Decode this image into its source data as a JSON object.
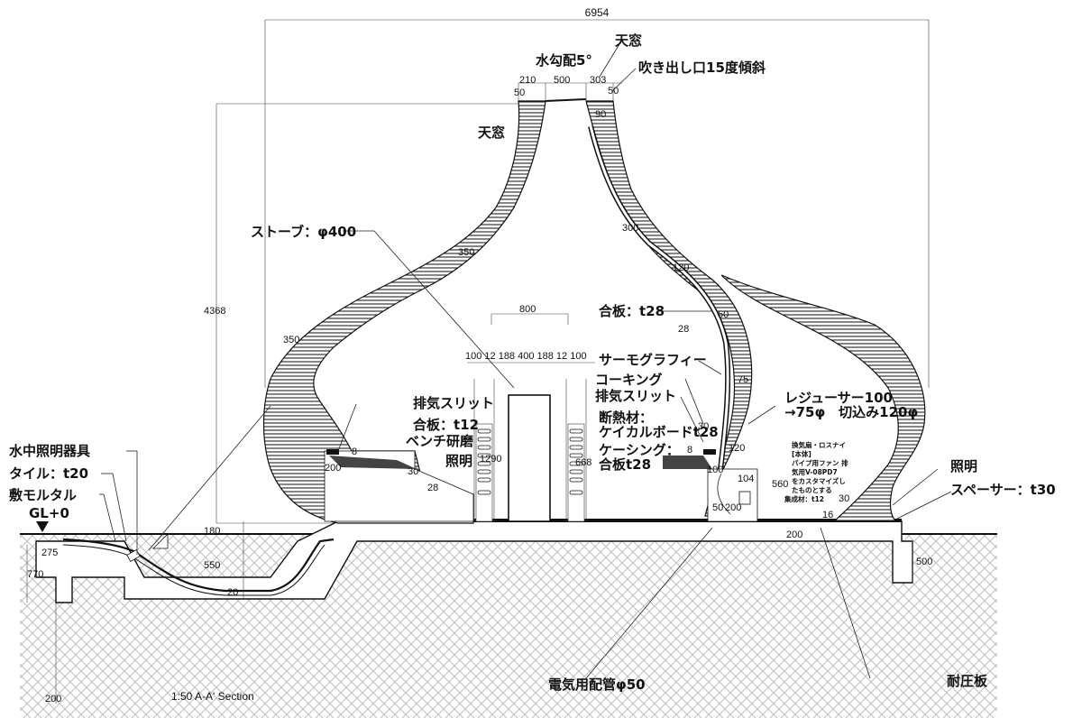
{
  "labels": {
    "top_width": "6954",
    "skylight_top": "天窓",
    "water_slope": "水勾配5°",
    "outlet": "吹き出し口15度傾斜",
    "skylight_left": "天窓",
    "stove": "ストーブ：φ400",
    "plywood_t28": "合板：t28",
    "thermography": "サーモグラフィー",
    "caulking": "コーキング",
    "exhaust_slit_right": "排気スリット",
    "reducer": "レジューサー100\n→75φ　切込み120φ",
    "exhaust_slit_left": "排気スリット",
    "plywood_t12": "合板：t12",
    "bench_polish": "ベンチ研磨",
    "lighting_left": "照明",
    "insulation": "断熱材：",
    "calcium_board": "ケイカルボードt28",
    "casing": "ケーシング：",
    "casing_plywood": "合板t28",
    "fan_note": "換気扇・ロスナイ\n[本体]\nパイプ用ファン 排\n気用V-08PD7\nをカスタマイズし\nたものとする",
    "laminated": "集成材：t12",
    "lighting_right": "照明",
    "spacer": "スペーサー：t30",
    "underwater_light": "水中照明器具",
    "tile": "タイル：t20",
    "mortar": "敷モルタル",
    "gl": "GL+0",
    "conduit": "電気用配管φ50",
    "pressure_plate": "耐圧板",
    "section_title": "1:50 A-A' Section"
  },
  "dimensions": {
    "d210": "210",
    "d500": "500",
    "d303": "303",
    "d50a": "50",
    "d50b": "50",
    "d90": "90",
    "d4368": "4368",
    "d350a": "350",
    "d350b": "350",
    "d300": "300",
    "d120": "120",
    "d50c": "50",
    "d28a": "28",
    "d800": "800",
    "row_widths": "100 12 188   400   188 12 100",
    "d75": "75",
    "d30a": "30",
    "d8a": "8",
    "d8b": "8",
    "d200a": "200",
    "d30b": "30",
    "d1290": "1290",
    "d668": "668",
    "d28b": "28",
    "d120b": "120",
    "d100": "100",
    "d104": "104",
    "d560": "560",
    "d30c": "30",
    "d16": "16",
    "d50d": "50",
    "d200b": "200",
    "d180": "180",
    "d550": "550",
    "d20": "20",
    "d275": "275",
    "d770": "770",
    "d200c": "200",
    "d200d": "200",
    "d500b": "500"
  },
  "colors": {
    "ink": "#111111",
    "background": "#ffffff",
    "ground_hatch": "#bbbbbb"
  }
}
